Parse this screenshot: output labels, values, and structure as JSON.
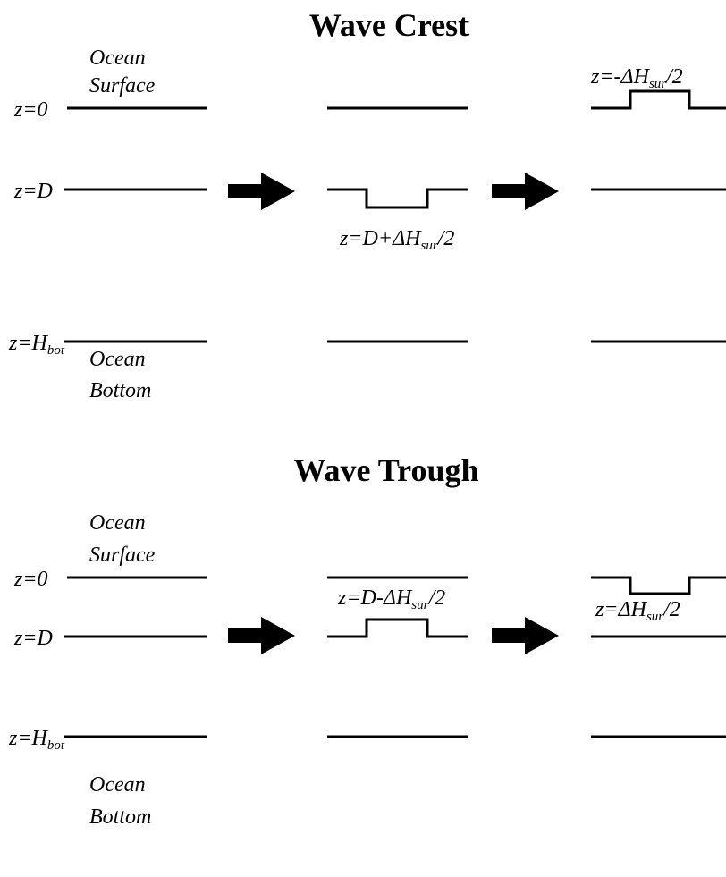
{
  "titles": {
    "crest": "Wave Crest",
    "trough": "Wave Trough"
  },
  "levels": {
    "z0": "z=0",
    "zD": "z=D",
    "zH_base": "z=H",
    "zH_sub": "bot"
  },
  "regions": {
    "surface_line1": "Ocean",
    "surface_line2": "Surface",
    "bottom_line1": "Ocean",
    "bottom_line2": "Bottom"
  },
  "crest": {
    "mid_label": {
      "base": "z=D+ΔH",
      "sub": "sur",
      "tail": "/2"
    },
    "right_label": {
      "base": "z=-ΔH",
      "sub": "sur",
      "tail": "/2"
    }
  },
  "trough": {
    "mid_label": {
      "base": "z=D-ΔH",
      "sub": "sur",
      "tail": "/2"
    },
    "right_label": {
      "base": "z=ΔH",
      "sub": "sur",
      "tail": "/2"
    }
  }
}
